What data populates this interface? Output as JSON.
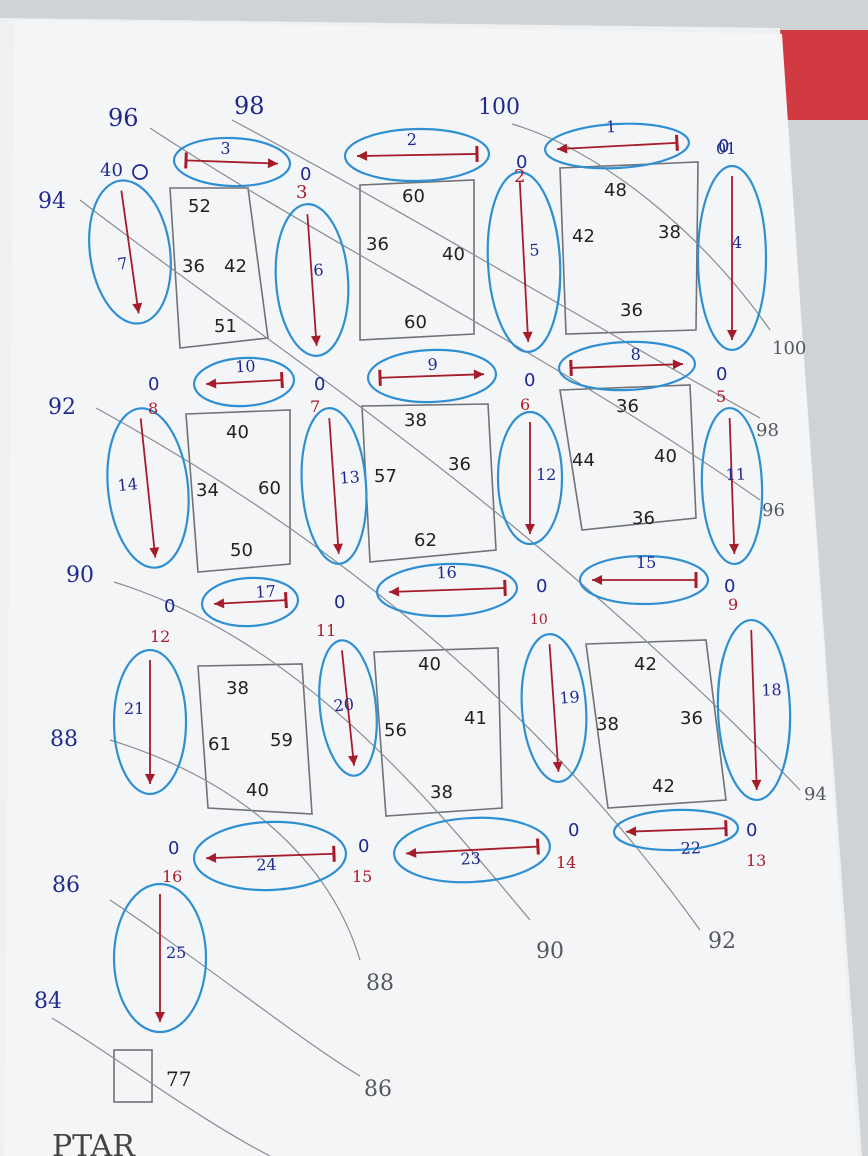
{
  "colors": {
    "paper": "#f3f4f6",
    "pencil": "#6f7277",
    "blue_ink": "#1f2a8c",
    "red_ink": "#a51c2a",
    "cyan_marker": "#2f8fd0",
    "black_ink": "#222222"
  },
  "top_labels": [
    "96",
    "98",
    "100"
  ],
  "left_labels": [
    "94",
    "92",
    "90",
    "88",
    "86",
    "84"
  ],
  "diagonal_labels": [
    "100",
    "98",
    "96",
    "94",
    "92",
    "90",
    "88",
    "86"
  ],
  "junctions": [
    "0",
    "3",
    "2",
    "01",
    "8",
    "7",
    "6",
    "5",
    "12",
    "11",
    "10",
    "9",
    "16",
    "15",
    "14",
    "13"
  ],
  "junction_marks": [
    "40",
    "0",
    "0",
    "0",
    "0",
    "0",
    "0",
    "0",
    "0",
    "0",
    "0",
    "0",
    "0",
    "0",
    "0",
    "0"
  ],
  "segments": [
    "1",
    "2",
    "3",
    "4",
    "5",
    "6",
    "7",
    "8",
    "9",
    "10",
    "11",
    "12",
    "13",
    "14",
    "15",
    "16",
    "17",
    "18",
    "19",
    "20",
    "21",
    "22",
    "23",
    "24",
    "25"
  ],
  "blocks": [
    {
      "top": "48",
      "left": "42",
      "right": "38",
      "bottom": "36"
    },
    {
      "top": "60",
      "left": "36",
      "right": "40",
      "bottom": "60"
    },
    {
      "top": "52",
      "left": "36",
      "right": "42",
      "bottom": "51"
    },
    {
      "top": "36",
      "left": "44",
      "right": "40",
      "bottom": "36"
    },
    {
      "top": "38",
      "left": "57",
      "right": "36",
      "bottom": "62"
    },
    {
      "top": "40",
      "left": "34",
      "right": "60",
      "bottom": "50"
    },
    {
      "top": "42",
      "left": "38",
      "right": "36",
      "bottom": "42"
    },
    {
      "top": "40",
      "left": "56",
      "right": "41",
      "bottom": "38"
    },
    {
      "top": "38",
      "left": "61",
      "right": "59",
      "bottom": "40"
    }
  ],
  "legend_box_label": "77",
  "bottom_text": "PTAR"
}
